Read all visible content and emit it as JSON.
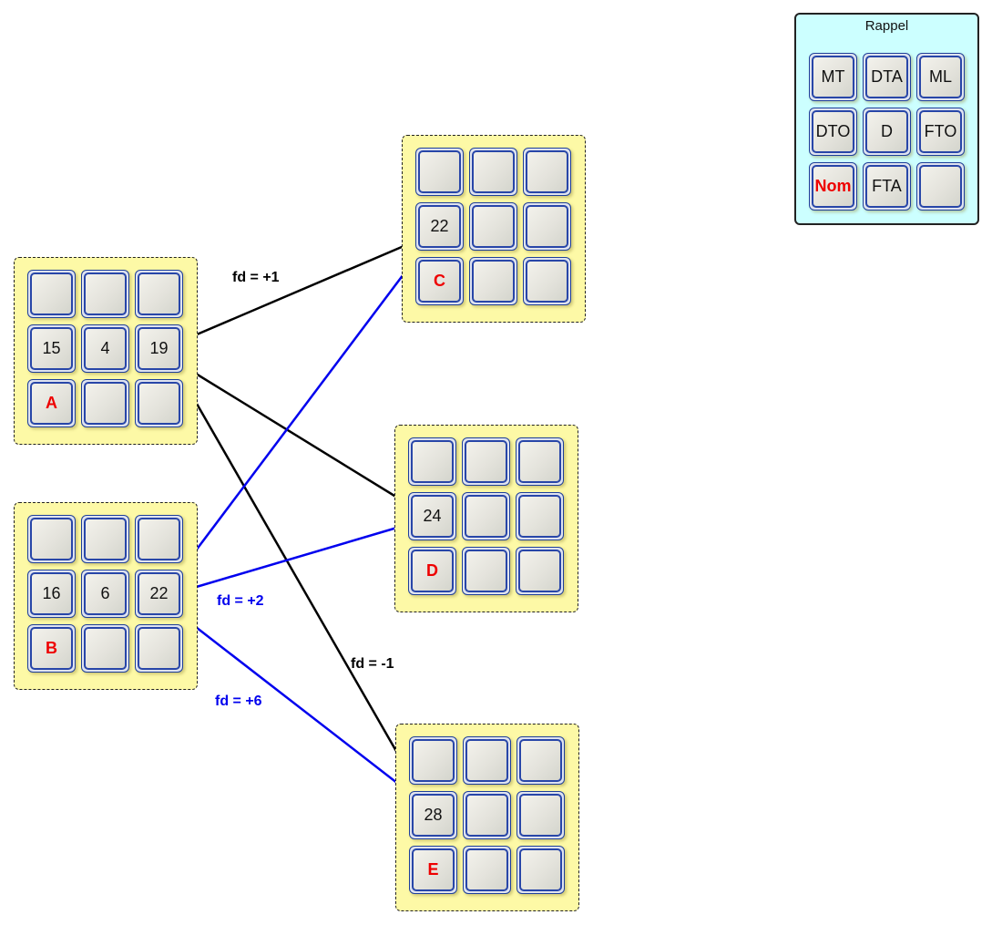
{
  "legend": {
    "title": "Rappel",
    "cells": [
      "MT",
      "DTA",
      "ML",
      "DTO",
      "D",
      "FTO",
      "Nom",
      "FTA",
      ""
    ],
    "red_cell": 6
  },
  "nodes": [
    {
      "id": "A",
      "cells": [
        "",
        "",
        "",
        "15",
        "4",
        "19",
        "A",
        "",
        ""
      ]
    },
    {
      "id": "B",
      "cells": [
        "",
        "",
        "",
        "16",
        "6",
        "22",
        "B",
        "",
        ""
      ]
    },
    {
      "id": "C",
      "cells": [
        "",
        "",
        "",
        "22",
        "",
        "",
        "C",
        "",
        ""
      ]
    },
    {
      "id": "D",
      "cells": [
        "",
        "",
        "",
        "24",
        "",
        "",
        "D",
        "",
        ""
      ]
    },
    {
      "id": "E",
      "cells": [
        "",
        "",
        "",
        "28",
        "",
        "",
        "E",
        "",
        ""
      ]
    }
  ],
  "edges": [
    {
      "from": "A",
      "to": "C",
      "label": "fd = +1",
      "color": "#000000"
    },
    {
      "from": "A",
      "to": "D",
      "label": "",
      "color": "#000000"
    },
    {
      "from": "A",
      "to": "E",
      "label": "fd = -1",
      "color": "#000000"
    },
    {
      "from": "B",
      "to": "C",
      "label": "",
      "color": "#0000ee"
    },
    {
      "from": "B",
      "to": "D",
      "label": "fd = +2",
      "color": "#0000ee"
    },
    {
      "from": "B",
      "to": "E",
      "label": "fd = +6",
      "color": "#0000ee"
    }
  ],
  "colors": {
    "node_fill": "#fdf9a6",
    "legend_fill": "#ccffff",
    "name_text": "#ee0000",
    "link_black": "#000000",
    "link_blue": "#0000ee"
  }
}
